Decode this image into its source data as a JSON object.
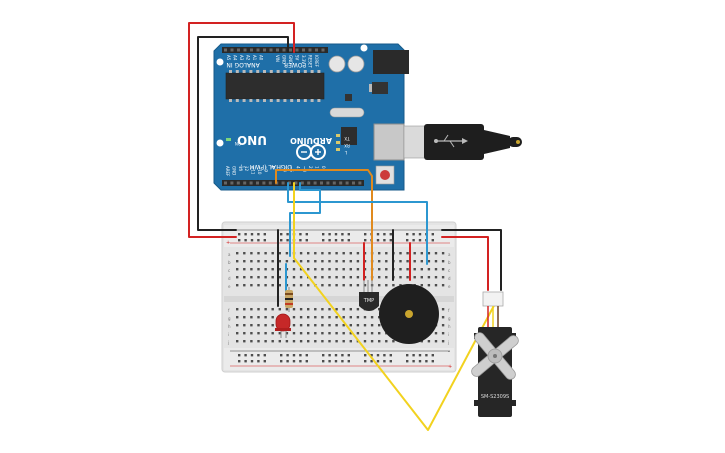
{
  "arduino": {
    "model": "UNO",
    "brand": "ARDUINO",
    "analog_label": "ANALOG IN",
    "power_label": "POWER",
    "digital_label": "DIGITAL (PWM ~)",
    "on_label": "ON",
    "tx_label": "TX",
    "rx_label": "RX",
    "l_label": "L",
    "analog_pins": [
      "A5",
      "A4",
      "A3",
      "A2",
      "A1",
      "A0"
    ],
    "power_pins": [
      "VIN",
      "GND",
      "GND",
      "5V",
      "3.3V",
      "RESET",
      "IOREF"
    ],
    "digital_pins": [
      "0",
      "1",
      "2",
      "~3",
      "4",
      "~5",
      "~6",
      "7",
      "8",
      "~9",
      "~10",
      "~11",
      "12",
      "13",
      "GND",
      "AREF"
    ],
    "board_color": "#1f6fa8"
  },
  "sensor": {
    "label": "TMP"
  },
  "servo": {
    "label": "SM-S2309S"
  },
  "breadboard": {
    "rows": [
      "a",
      "b",
      "c",
      "d",
      "e",
      "f",
      "g",
      "h",
      "i",
      "j"
    ],
    "plus": "+",
    "minus": "-"
  },
  "wire_colors": {
    "power": "#d32222",
    "ground": "#222222",
    "signal_yellow": "#f2d21f",
    "signal_orange": "#e08a1e",
    "signal_blue": "#2c97d0"
  }
}
